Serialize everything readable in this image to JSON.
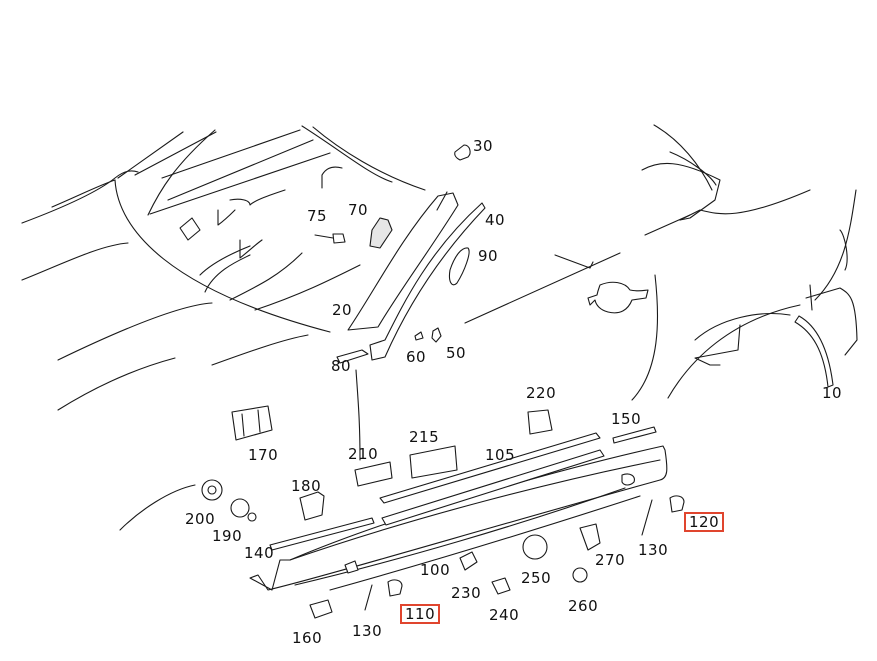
{
  "diagram": {
    "title": "Side sill panel / rocker trim parts diagram",
    "highlight_color": "#e0452e",
    "parts": [
      {
        "id": "p10",
        "label": "10",
        "highlighted": false
      },
      {
        "id": "p20",
        "label": "20",
        "highlighted": false
      },
      {
        "id": "p30",
        "label": "30",
        "highlighted": false
      },
      {
        "id": "p40",
        "label": "40",
        "highlighted": false
      },
      {
        "id": "p50",
        "label": "50",
        "highlighted": false
      },
      {
        "id": "p60",
        "label": "60",
        "highlighted": false
      },
      {
        "id": "p70",
        "label": "70",
        "highlighted": false
      },
      {
        "id": "p75",
        "label": "75",
        "highlighted": false
      },
      {
        "id": "p80",
        "label": "80",
        "highlighted": false
      },
      {
        "id": "p90",
        "label": "90",
        "highlighted": false
      },
      {
        "id": "p100",
        "label": "100",
        "highlighted": false
      },
      {
        "id": "p105",
        "label": "105",
        "highlighted": false
      },
      {
        "id": "p110",
        "label": "110",
        "highlighted": true
      },
      {
        "id": "p120",
        "label": "120",
        "highlighted": true
      },
      {
        "id": "p130a",
        "label": "130",
        "highlighted": false
      },
      {
        "id": "p130b",
        "label": "130",
        "highlighted": false
      },
      {
        "id": "p140",
        "label": "140",
        "highlighted": false
      },
      {
        "id": "p150",
        "label": "150",
        "highlighted": false
      },
      {
        "id": "p160",
        "label": "160",
        "highlighted": false
      },
      {
        "id": "p170",
        "label": "170",
        "highlighted": false
      },
      {
        "id": "p180",
        "label": "180",
        "highlighted": false
      },
      {
        "id": "p190",
        "label": "190",
        "highlighted": false
      },
      {
        "id": "p200",
        "label": "200",
        "highlighted": false
      },
      {
        "id": "p210",
        "label": "210",
        "highlighted": false
      },
      {
        "id": "p215",
        "label": "215",
        "highlighted": false
      },
      {
        "id": "p220",
        "label": "220",
        "highlighted": false
      },
      {
        "id": "p230",
        "label": "230",
        "highlighted": false
      },
      {
        "id": "p240",
        "label": "240",
        "highlighted": false
      },
      {
        "id": "p250",
        "label": "250",
        "highlighted": false
      },
      {
        "id": "p260",
        "label": "260",
        "highlighted": false
      },
      {
        "id": "p270",
        "label": "270",
        "highlighted": false
      }
    ]
  }
}
